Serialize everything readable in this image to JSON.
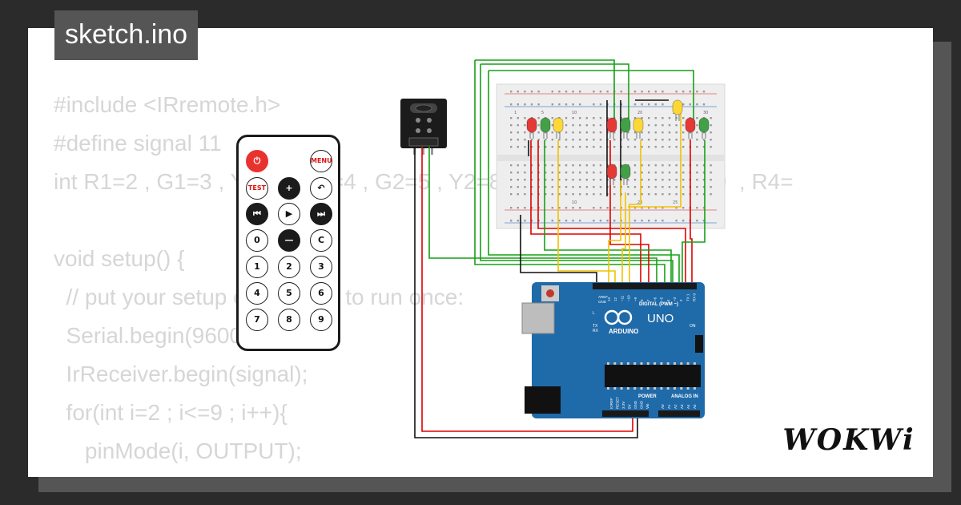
{
  "header": {
    "title": "sketch.ino"
  },
  "code": {
    "lines": [
      "#include <IRremote.h>",
      "#define signal 11",
      "int R1=2 , G1=3 , Y1=9 , R2=4 , G2=5 , Y2=8 , R3=6 , G3=7 ,Y3=10  , R4=",
      "",
      "void setup() {",
      "  // put your setup code here, to run once:",
      "  Serial.begin(9600);",
      "  IrReceiver.begin(signal);",
      "  for(int i=2 ; i<=9 ; i++){",
      "     pinMode(i, OUTPUT);",
      "  }"
    ]
  },
  "remote": {
    "buttons": [
      {
        "name": "power-button",
        "label": "",
        "icon": "power-icon",
        "style": "red"
      },
      {
        "name": "menu-button",
        "label": "MENU",
        "style": "small"
      },
      {
        "name": "test-button",
        "label": "TEST",
        "style": "small"
      },
      {
        "name": "plus-button",
        "label": "+",
        "icon": "plus-icon",
        "style": "dark"
      },
      {
        "name": "back-button",
        "label": "↶",
        "icon": "back-icon",
        "style": ""
      },
      {
        "name": "rewind-button",
        "label": "⏮",
        "icon": "rewind-icon",
        "style": "dark"
      },
      {
        "name": "play-button",
        "label": "▶",
        "icon": "play-icon",
        "style": ""
      },
      {
        "name": "forward-button",
        "label": "⏭",
        "icon": "fast-forward-icon",
        "style": "dark"
      },
      {
        "name": "button-0",
        "label": "0",
        "style": ""
      },
      {
        "name": "minus-button",
        "label": "—",
        "icon": "minus-icon",
        "style": "dark"
      },
      {
        "name": "button-c",
        "label": "C",
        "style": ""
      },
      {
        "name": "button-1",
        "label": "1",
        "style": ""
      },
      {
        "name": "button-2",
        "label": "2",
        "style": ""
      },
      {
        "name": "button-3",
        "label": "3",
        "style": ""
      },
      {
        "name": "button-4",
        "label": "4",
        "style": ""
      },
      {
        "name": "button-5",
        "label": "5",
        "style": ""
      },
      {
        "name": "button-6",
        "label": "6",
        "style": ""
      },
      {
        "name": "button-7",
        "label": "7",
        "style": ""
      },
      {
        "name": "button-8",
        "label": "8",
        "style": ""
      },
      {
        "name": "button-9",
        "label": "9",
        "style": ""
      }
    ]
  },
  "breadboard": {
    "column_labels": [
      "1",
      "5",
      "10",
      "20",
      "25",
      "30"
    ],
    "bottom_labels": [
      "10",
      "20",
      "25"
    ]
  },
  "arduino": {
    "board_name": "UNO",
    "brand": "ARDUINO",
    "digital_label": "DIGITAL (PWM ~)",
    "power_label": "POWER",
    "analog_label": "ANALOG IN",
    "tx_label": "TX",
    "rx_label": "RX",
    "l_label": "L",
    "on_label": "ON",
    "aref_label": "AREF",
    "gnd_label": "GND",
    "digital_pins": [
      "13",
      "12",
      "~11",
      "~10",
      "~9",
      "8",
      "7",
      "~6",
      "~5",
      "4",
      "~3",
      "2",
      "TX 1",
      "RX 0"
    ],
    "power_pins": [
      "IOREF",
      "RESET",
      "3.3V",
      "5V",
      "GND",
      "GND",
      "Vin"
    ],
    "analog_pins": [
      "A0",
      "A1",
      "A2",
      "A3",
      "A4",
      "A5"
    ]
  },
  "footer": {
    "brand": "WOKWi"
  },
  "colors": {
    "board_blue": "#1f6aa8",
    "wire_green": "#17a016",
    "wire_red": "#e00000",
    "wire_yellow": "#f2c200",
    "wire_black": "#111111"
  }
}
